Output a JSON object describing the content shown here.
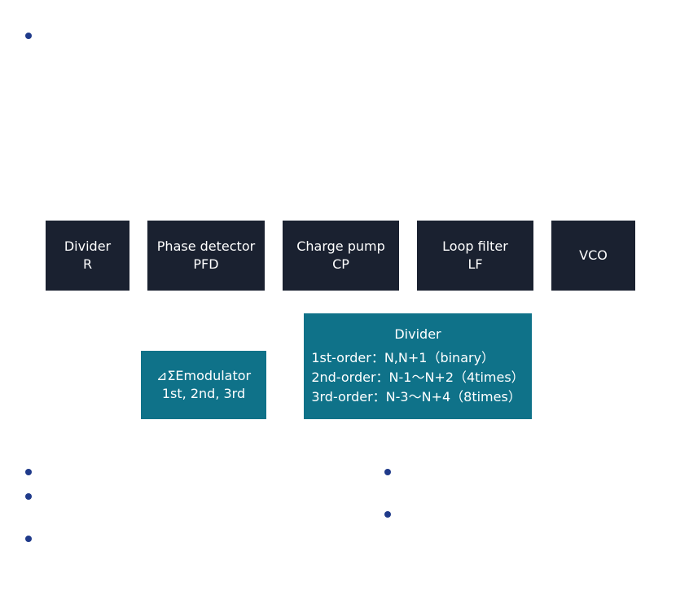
{
  "blocks": {
    "divider_r": {
      "line1": "Divider",
      "line2": "R"
    },
    "pfd": {
      "line1": "Phase detector",
      "line2": "PFD"
    },
    "cp": {
      "line1": "Charge pump",
      "line2": "CP"
    },
    "lf": {
      "line1": "Loop filter",
      "line2": "LF"
    },
    "vco": {
      "line1": "VCO"
    },
    "modulator": {
      "line1": "⊿ΣEmodulator",
      "line2": "1st, 2nd, 3rd"
    },
    "divider_n": {
      "title": "Divider",
      "lines": [
        "1st-order：N,N+1（binary）",
        "2nd-order：N-1～N+2（4times）",
        "3rd-order：N-3～N+4（8times）"
      ]
    }
  },
  "colors": {
    "dark_block": "#1a2130",
    "teal_block": "#0f7289",
    "bullet": "#1f3a8a"
  }
}
